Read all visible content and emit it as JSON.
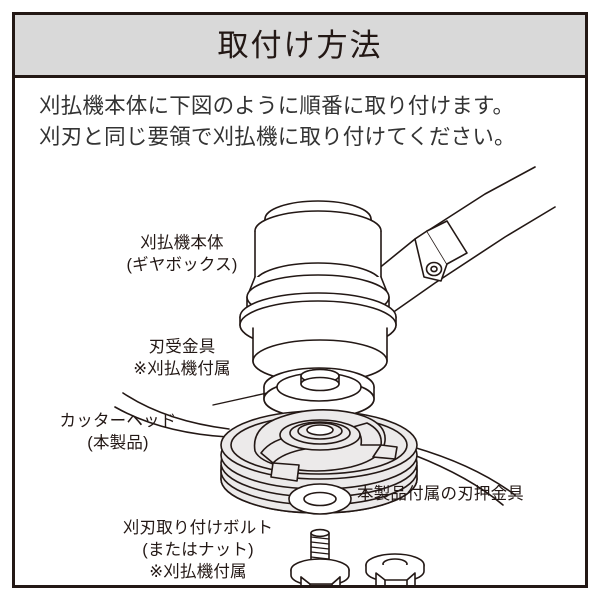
{
  "document": {
    "title": "取付け方法",
    "intro": "刈払機本体に下図のように順番に取り付けます。\n刈刃と同じ要領で刈払機に取り付けてください。"
  },
  "colors": {
    "border": "#231815",
    "header_background": "#d9d9d9",
    "text": "#333333",
    "label_text": "#231815",
    "part_fill": "#eceaea",
    "page_background": "#ffffff"
  },
  "diagram": {
    "name": "brushcutter-assembly-exploded-view",
    "labels": [
      {
        "id": "gearbox",
        "text": "刈払機本体\n(ギヤボックス)",
        "part": "gearbox-assembly"
      },
      {
        "id": "blade-holder",
        "text": "刃受金具\n※刈払機付属",
        "part": "blade-holder-cup"
      },
      {
        "id": "cutter-head",
        "text": "カッターヘッド\n(本製品)",
        "part": "cutter-head-disc"
      },
      {
        "id": "blade-presser",
        "text": "本製品付属の刃押金具",
        "part": "presser-washer"
      },
      {
        "id": "mounting-bolt",
        "text": "刈刃取り付けボルト\n(またはナット)\n※刈払機付属",
        "part": "bolt-and-nut"
      }
    ],
    "parts": [
      "drive-shaft",
      "shaft-clamp-collar",
      "gearbox-body",
      "blade-holder-cup",
      "cutter-head-disc",
      "trimmer-line",
      "presser-washer",
      "hex-flange-bolt",
      "hex-flange-nut"
    ]
  }
}
